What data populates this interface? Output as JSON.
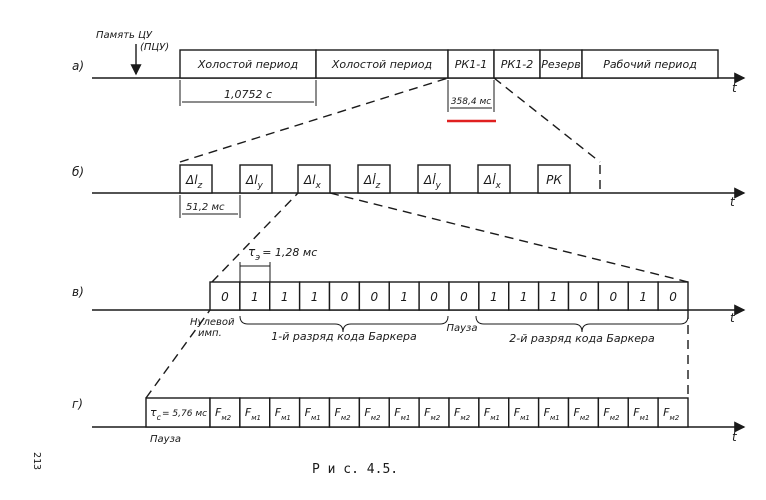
{
  "row_labels": [
    "а)",
    "б)",
    "в)",
    "г)"
  ],
  "t_label": "t",
  "memory_label": "Память ЦУ",
  "memory_label_2": "(ПЦУ)",
  "row_a": {
    "segments": [
      "Холостой период",
      "Холостой период",
      "РК1-1",
      "РК1-2",
      "Резерв",
      "Рабочий период"
    ],
    "dim_idle": "1,0752 с",
    "dim_rk": "358,4 мс"
  },
  "highlight_color": "#e02020",
  "row_b": {
    "boxes": [
      {
        "main": "Δl",
        "sub": "z"
      },
      {
        "main": "Δl",
        "sub": "y"
      },
      {
        "main": "Δl",
        "sub": "x"
      },
      {
        "main": "Δl̇",
        "sub": "z"
      },
      {
        "main": "Δl̇",
        "sub": "y"
      },
      {
        "main": "Δl̇",
        "sub": "x"
      },
      {
        "main": "РК",
        "sub": ""
      }
    ],
    "dim": "51,2 мс"
  },
  "row_c": {
    "tau_main": "τ",
    "tau_sub": "э",
    "tau_value": "= 1,28 мс",
    "bits": [
      "0",
      "1",
      "1",
      "1",
      "0",
      "0",
      "1",
      "0",
      "0",
      "1",
      "1",
      "1",
      "0",
      "0",
      "1",
      "0"
    ],
    "zero_pulse_1": "Нулевой",
    "zero_pulse_2": "имп.",
    "brace_1": "1-й  разряд  кода  Баркера",
    "pause": "Пауза",
    "brace_2": "2-й  разряд  кода  Баркера"
  },
  "row_d": {
    "tau_main": "τ",
    "tau_sub": "с",
    "tau_value": "= 5,76 мс",
    "pause": "Пауза",
    "freqs": [
      {
        "main": "F",
        "sub": "м2"
      },
      {
        "main": "F",
        "sub": "м1"
      },
      {
        "main": "F",
        "sub": "м1"
      },
      {
        "main": "F",
        "sub": "м1"
      },
      {
        "main": "F",
        "sub": "м2"
      },
      {
        "main": "F",
        "sub": "м2"
      },
      {
        "main": "F",
        "sub": "м1"
      },
      {
        "main": "F",
        "sub": "м2"
      },
      {
        "main": "F",
        "sub": "м2"
      },
      {
        "main": "F",
        "sub": "м1"
      },
      {
        "main": "F",
        "sub": "м1"
      },
      {
        "main": "F",
        "sub": "м1"
      },
      {
        "main": "F",
        "sub": "м2"
      },
      {
        "main": "F",
        "sub": "м2"
      },
      {
        "main": "F",
        "sub": "м1"
      },
      {
        "main": "F",
        "sub": "м2"
      }
    ]
  },
  "caption": "Р и с.  4.5.",
  "page_number": "213"
}
